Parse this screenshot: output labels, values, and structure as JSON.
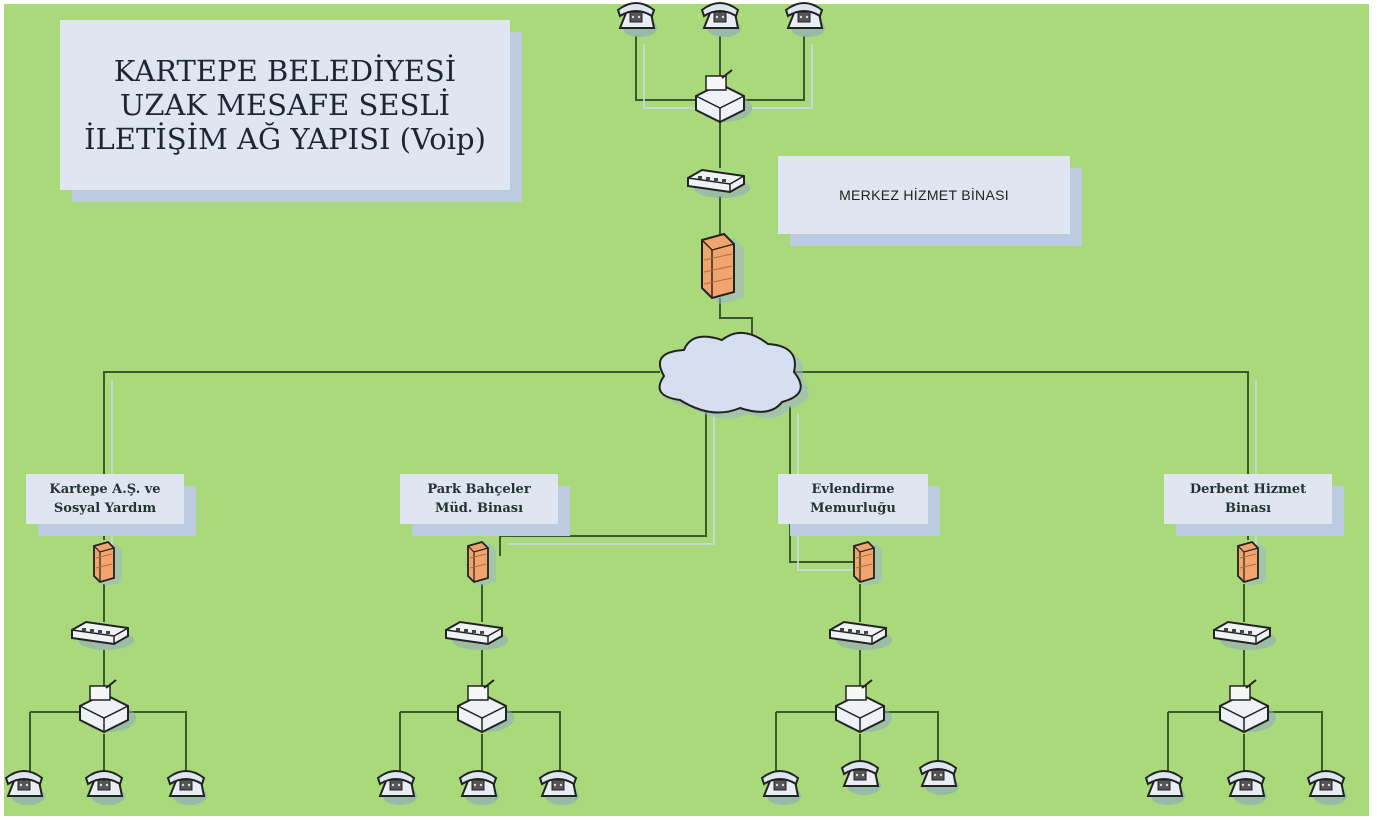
{
  "title": {
    "line1": "KARTEPE BELEDİYESİ",
    "line2": "UZAK MESAFE SESLİ",
    "line3": "İLETİŞİM AĞ YAPISI (Voip)"
  },
  "center": {
    "label": "MERKEZ HİZMET BİNASI"
  },
  "sites": [
    {
      "line1": "Kartepe A.Ş. ve",
      "line2": "Sosyal Yardım"
    },
    {
      "line1": "Park Bahçeler",
      "line2": "Müd. Binası"
    },
    {
      "line1": "Evlendirme",
      "line2": "Memurluğu"
    },
    {
      "line1": "Derbent Hizmet",
      "line2": "Binası"
    }
  ],
  "colors": {
    "background": "#a9d97a",
    "label_face": "#dfe6f1",
    "label_shadow": "#bccbe0",
    "firewall": "#f2a46e",
    "cloud": "#d6dff0",
    "line": "#3a5a2a"
  },
  "icons": [
    "ip-phone-icon",
    "pbx-fax-icon",
    "switch-icon",
    "firewall-icon",
    "internet-cloud-icon"
  ]
}
